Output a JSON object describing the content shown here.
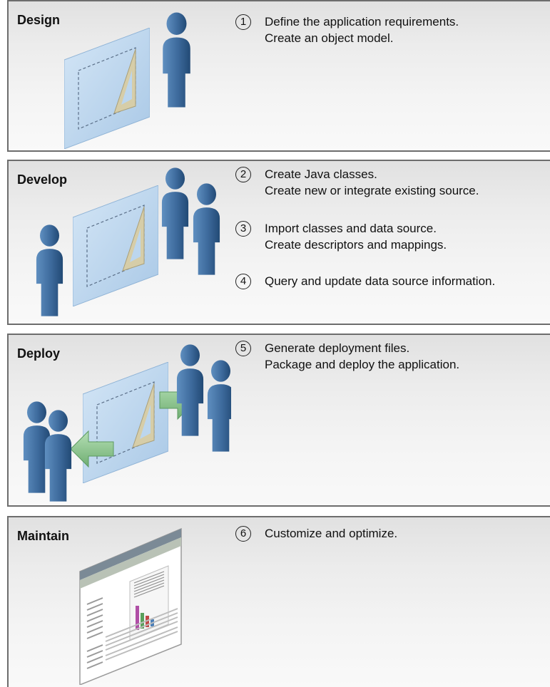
{
  "phases": [
    {
      "name": "Design",
      "steps": [
        {
          "number": "1",
          "lines": [
            "Define the application requirements.",
            "Create an object model."
          ]
        }
      ]
    },
    {
      "name": "Develop",
      "steps": [
        {
          "number": "2",
          "lines": [
            "Create Java classes.",
            "Create new or integrate existing source."
          ]
        },
        {
          "number": "3",
          "lines": [
            "Import classes and data source.",
            "Create descriptors and mappings."
          ]
        },
        {
          "number": "4",
          "lines": [
            "Query and update data source information."
          ]
        }
      ]
    },
    {
      "name": "Deploy",
      "steps": [
        {
          "number": "5",
          "lines": [
            "Generate deployment files.",
            "Package and deploy the application."
          ]
        }
      ]
    },
    {
      "name": "Maintain",
      "steps": [
        {
          "number": "6",
          "lines": [
            "Customize and optimize."
          ]
        }
      ]
    }
  ],
  "colors": {
    "person": "#3d6a9c",
    "board": "#bcd6ee",
    "ruler": "#cfc6a2",
    "arrow": "#8cc78f"
  }
}
